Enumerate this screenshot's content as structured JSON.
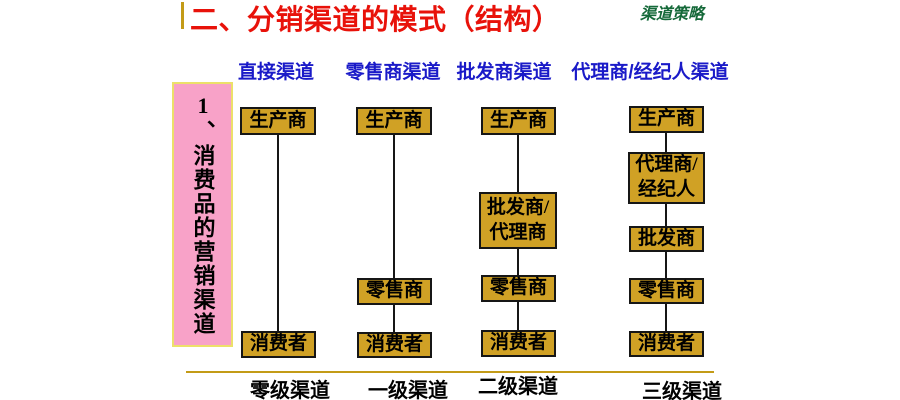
{
  "slide": {
    "title": "二、分销渠道的模式（结构）",
    "corner_note": "渠道策略",
    "side_banner": "1、消费品的营销渠道"
  },
  "colors": {
    "title_red": "#e8120a",
    "header_blue": "#1a1ac8",
    "note_green": "#156939",
    "node_fill": "#d0a125",
    "node_border": "#161616",
    "banner_pink": "#f8a2c8",
    "banner_border_yellow": "#ece06a",
    "baseline_gold": "#c39b17"
  },
  "columns": [
    {
      "header": "直接渠道",
      "nodes": [
        "生产商",
        "消费者"
      ],
      "level_label": "零级渠道"
    },
    {
      "header": "零售商渠道",
      "nodes": [
        "生产商",
        "零售商",
        "消费者"
      ],
      "level_label": "一级渠道"
    },
    {
      "header": "批发商渠道",
      "nodes": [
        "生产商",
        "批发商/\n代理商",
        "零售商",
        "消费者"
      ],
      "level_label": "二级渠道"
    },
    {
      "header": "代理商/经纪人渠道",
      "nodes": [
        "生产商",
        "代理商/\n经纪人",
        "批发商",
        "零售商",
        "消费者"
      ],
      "level_label": "三级渠道"
    }
  ]
}
